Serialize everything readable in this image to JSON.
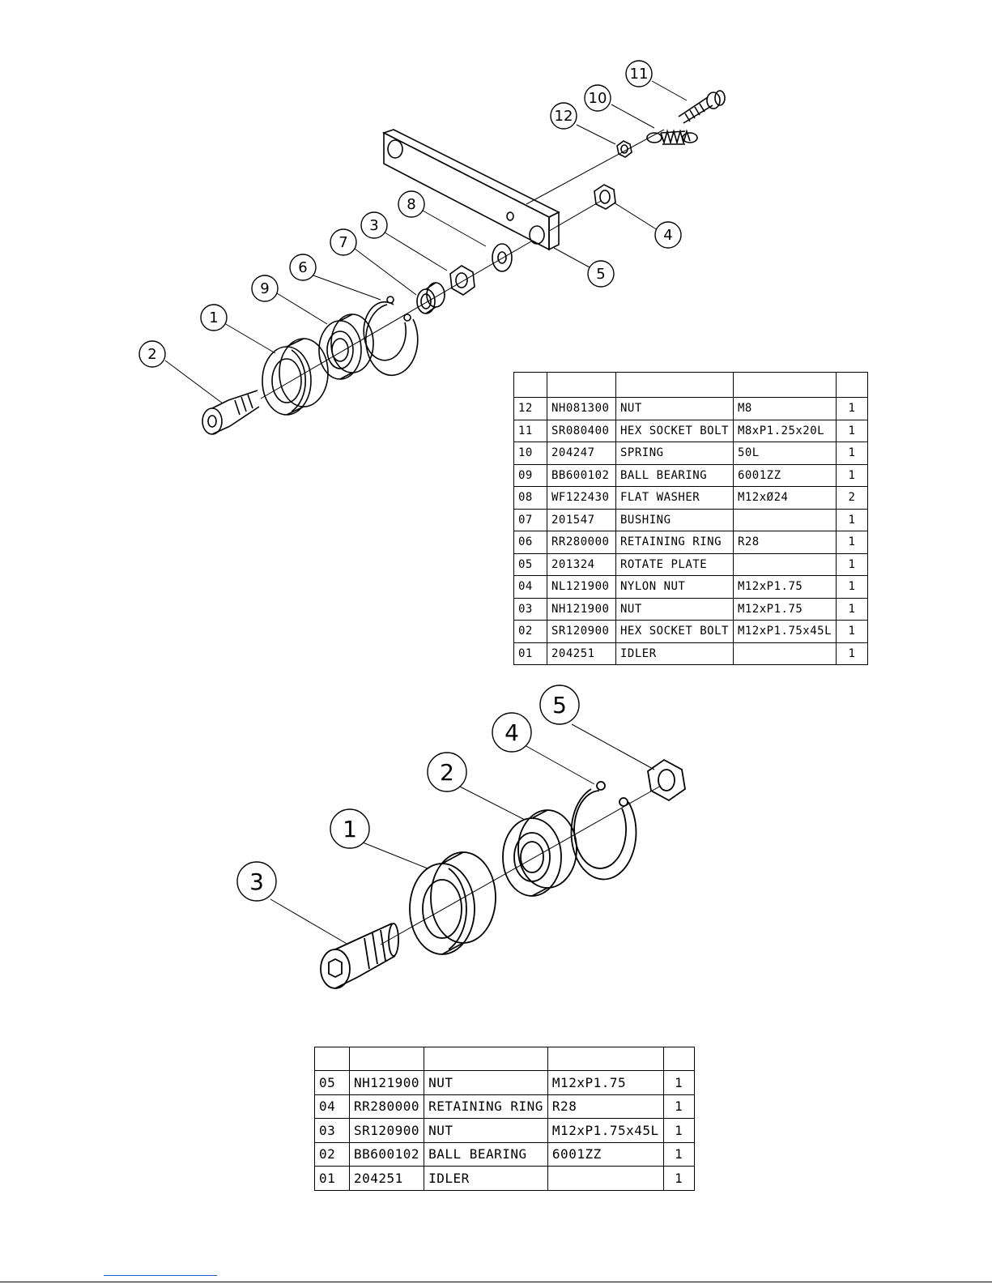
{
  "diagram1": {
    "callouts": [
      "1",
      "2",
      "3",
      "4",
      "5",
      "6",
      "7",
      "8",
      "9",
      "10",
      "11",
      "12"
    ]
  },
  "table1": {
    "header": [
      "",
      "",
      "",
      "",
      ""
    ],
    "rows": [
      [
        "12",
        "NH081300",
        "NUT",
        "M8",
        "1"
      ],
      [
        "11",
        "SR080400",
        "HEX SOCKET BOLT",
        "M8xP1.25x20L",
        "1"
      ],
      [
        "10",
        "204247",
        "SPRING",
        "50L",
        "1"
      ],
      [
        "09",
        "BB600102",
        "BALL BEARING",
        "6001ZZ",
        "1"
      ],
      [
        "08",
        "WF122430",
        "FLAT WASHER",
        "M12xØ24",
        "2"
      ],
      [
        "07",
        "201547",
        "BUSHING",
        "",
        "1"
      ],
      [
        "06",
        "RR280000",
        "RETAINING RING",
        "R28",
        "1"
      ],
      [
        "05",
        "201324",
        "ROTATE PLATE",
        "",
        "1"
      ],
      [
        "04",
        "NL121900",
        "NYLON NUT",
        "M12xP1.75",
        "1"
      ],
      [
        "03",
        "NH121900",
        "NUT",
        "M12xP1.75",
        "1"
      ],
      [
        "02",
        "SR120900",
        "HEX SOCKET BOLT",
        "M12xP1.75x45L",
        "1"
      ],
      [
        "01",
        "204251",
        "IDLER",
        "",
        "1"
      ]
    ]
  },
  "diagram2": {
    "callouts": [
      "1",
      "2",
      "3",
      "4",
      "5"
    ]
  },
  "table2": {
    "header": [
      "",
      "",
      "",
      "",
      ""
    ],
    "rows": [
      [
        "05",
        "NH121900",
        "NUT",
        "M12xP1.75",
        "1"
      ],
      [
        "04",
        "RR280000",
        "RETAINING RING",
        "R28",
        "1"
      ],
      [
        "03",
        "SR120900",
        "NUT",
        "M12xP1.75x45L",
        "1"
      ],
      [
        "02",
        "BB600102",
        "BALL BEARING",
        "6001ZZ",
        "1"
      ],
      [
        "01",
        "204251",
        "IDLER",
        "",
        "1"
      ]
    ]
  }
}
